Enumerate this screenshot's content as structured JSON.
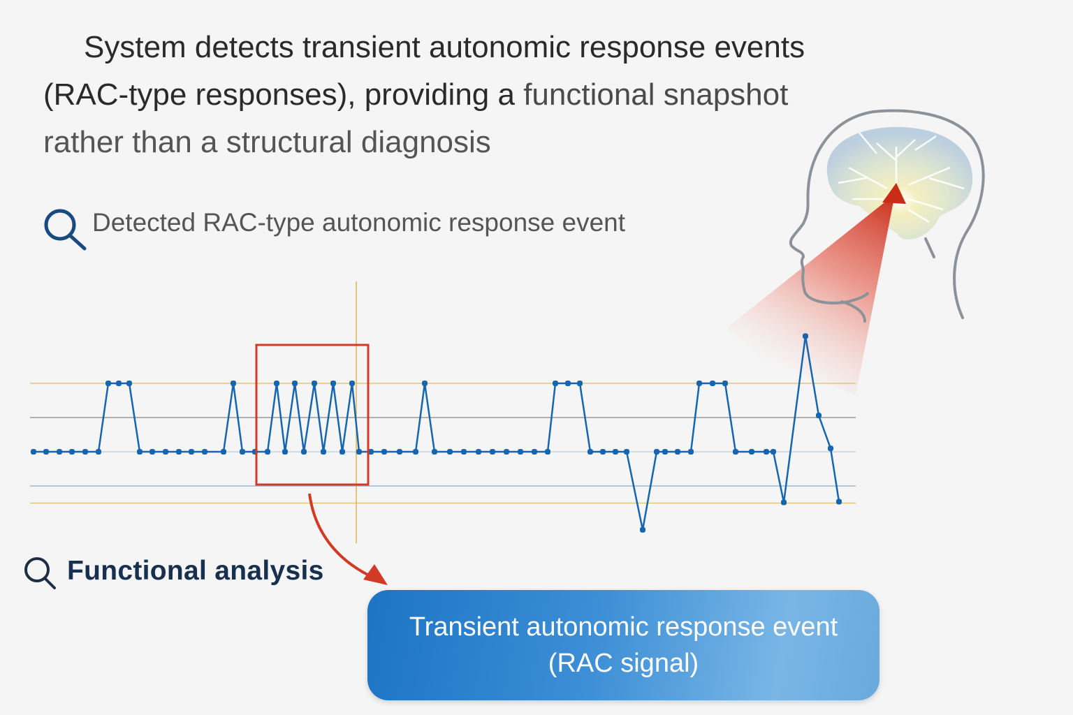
{
  "title": {
    "line1": "System detects transient autonomic response events",
    "line2a": "(RAC-type responses), providing a ",
    "line2b": "functional snapshot",
    "line3": "rather than a structural diagnosis"
  },
  "detected_label": "Detected RAC-type autonomic response event",
  "functional_label": "Functional analysis",
  "result_box": {
    "line1": "Transient autonomic response event",
    "line2": "(RAC signal)"
  },
  "colors": {
    "signal": "#1565b0",
    "highlight": "#d23a26",
    "result_box": "#2f86d0",
    "icon": "#174a80"
  },
  "chart_data": {
    "type": "line",
    "title": "",
    "xlabel": "",
    "ylabel": "",
    "ylim": [
      -1.2,
      1.75
    ],
    "grid": true,
    "reference_levels": [
      1,
      0.5,
      0,
      -0.5,
      -0.75
    ],
    "highlight_region_x": [
      32,
      48
    ],
    "marker_x": 46.2,
    "points": [
      [
        0,
        0
      ],
      [
        1.8,
        0
      ],
      [
        3.7,
        0
      ],
      [
        5.5,
        0
      ],
      [
        7.4,
        0
      ],
      [
        9.3,
        0
      ],
      [
        10.7,
        1
      ],
      [
        12.2,
        1
      ],
      [
        13.7,
        1
      ],
      [
        15.2,
        0
      ],
      [
        17,
        0
      ],
      [
        18.9,
        0
      ],
      [
        20.8,
        0
      ],
      [
        22.6,
        0
      ],
      [
        24.5,
        0
      ],
      [
        27.2,
        0
      ],
      [
        28.6,
        1
      ],
      [
        29.9,
        0
      ],
      [
        31.7,
        0
      ],
      [
        33.5,
        0
      ],
      [
        34.8,
        1
      ],
      [
        36,
        0
      ],
      [
        37.4,
        1
      ],
      [
        38.7,
        0
      ],
      [
        40.2,
        1
      ],
      [
        41.5,
        0
      ],
      [
        42.9,
        1
      ],
      [
        44.2,
        0
      ],
      [
        45.6,
        1
      ],
      [
        46.6,
        0
      ],
      [
        48.3,
        0
      ],
      [
        50.2,
        0
      ],
      [
        52.4,
        0
      ],
      [
        54.7,
        0
      ],
      [
        56,
        1
      ],
      [
        57.4,
        0
      ],
      [
        59.6,
        0
      ],
      [
        61.6,
        0
      ],
      [
        63.7,
        0
      ],
      [
        65.7,
        0
      ],
      [
        67.7,
        0
      ],
      [
        69.7,
        0
      ],
      [
        71.7,
        0
      ],
      [
        73.6,
        0
      ],
      [
        74.7,
        1
      ],
      [
        76.5,
        1
      ],
      [
        78.2,
        1
      ],
      [
        79.7,
        0
      ],
      [
        81.5,
        0
      ],
      [
        83.3,
        0
      ],
      [
        84.9,
        0
      ],
      [
        87.2,
        -1.14
      ],
      [
        89.2,
        0
      ],
      [
        90.4,
        0
      ],
      [
        92.2,
        0
      ],
      [
        94.1,
        0
      ],
      [
        95.3,
        1
      ],
      [
        97.2,
        1
      ],
      [
        99,
        1
      ],
      [
        100.5,
        0
      ],
      [
        102.8,
        0
      ],
      [
        104.9,
        0
      ],
      [
        105.9,
        0
      ],
      [
        107.4,
        -0.74
      ],
      [
        110.5,
        1.69
      ],
      [
        112.4,
        0.53
      ],
      [
        114.1,
        0.05
      ],
      [
        115.3,
        -0.73
      ]
    ]
  }
}
